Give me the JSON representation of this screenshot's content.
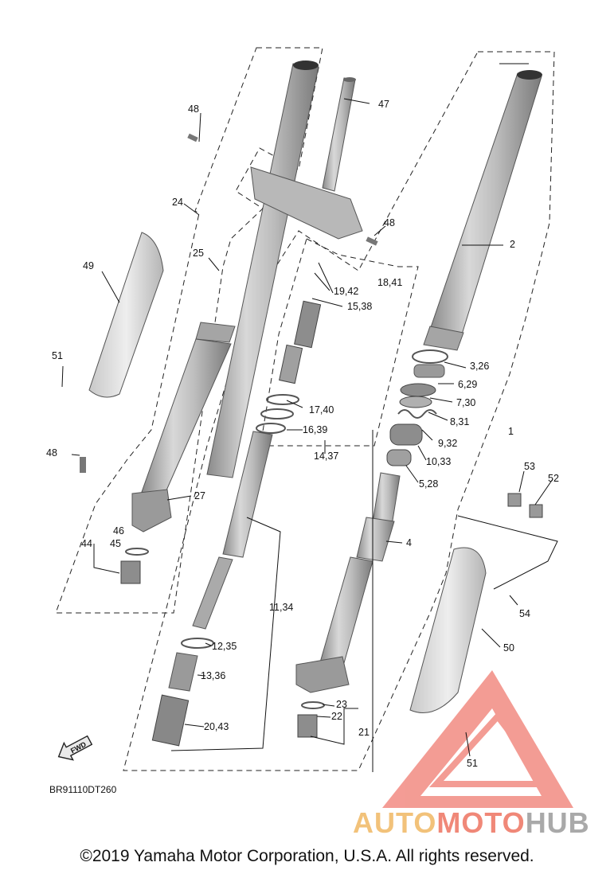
{
  "diagram_code": "BR91110DT260",
  "fwd_badge": "FWD",
  "copyright": "©2019 Yamaha Motor Corporation, U.S.A. All rights reserved.",
  "watermark": {
    "brand": "AUTOMOTOHUB",
    "parts": [
      "AUTO",
      "MOTO",
      "HUB"
    ],
    "colors": {
      "auto": "#f2c27a",
      "moto": "#f08878",
      "hub": "#a9a9a9",
      "logo": "#f28b82"
    }
  },
  "callouts": {
    "c1": "1",
    "c2": "2",
    "c3_26": "3,26",
    "c4": "4",
    "c5_28": "5,28",
    "c6_29": "6,29",
    "c7_30": "7,30",
    "c8_31": "8,31",
    "c9_32": "9,32",
    "c10_33": "10,33",
    "c11_34": "11,34",
    "c12_35": "12,35",
    "c13_36": "13,36",
    "c14_37": "14,37",
    "c15_38": "15,38",
    "c16_39": "16,39",
    "c17_40": "17,40",
    "c18_41": "18,41",
    "c19_42": "19,42",
    "c20_43": "20,43",
    "c21": "21",
    "c22": "22",
    "c23": "23",
    "c24": "24",
    "c25": "25",
    "c27": "27",
    "c44": "44",
    "c45": "45",
    "c46": "46",
    "c47": "47",
    "c48a": "48",
    "c48b": "48",
    "c48c": "48",
    "c49": "49",
    "c50": "50",
    "c51a": "51",
    "c51b": "51",
    "c52": "52",
    "c53": "53",
    "c54": "54"
  }
}
